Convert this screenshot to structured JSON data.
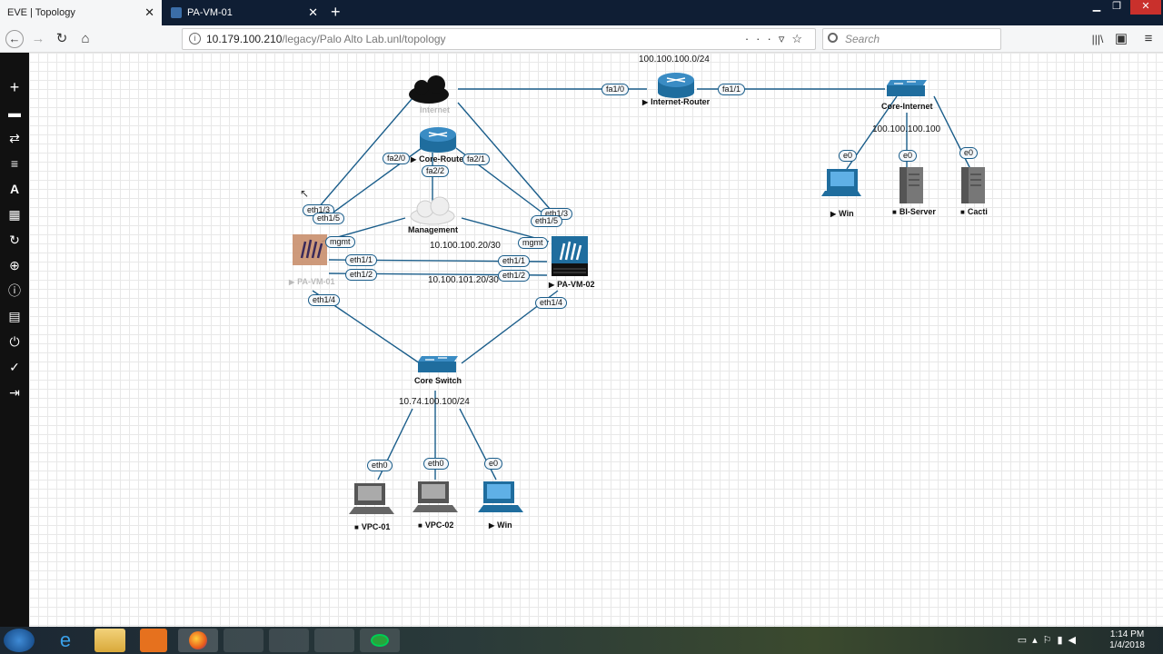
{
  "browser": {
    "tabs": [
      {
        "label": "EVE | Topology",
        "active": true
      },
      {
        "label": "PA-VM-01",
        "active": false
      }
    ],
    "url_host": "10.179.100.210",
    "url_path": "/legacy/Palo Alto Lab.unl/topology",
    "search_placeholder": "Search"
  },
  "sidebar_icons": [
    "add-icon",
    "node-list-icon",
    "network-list-icon",
    "startup-config-icon",
    "text-icon",
    "grid-icon",
    "refresh-icon",
    "zoom-icon",
    "info-icon",
    "lab-details-icon",
    "power-icon",
    "check-icon",
    "logout-icon"
  ],
  "topology": {
    "nodes": {
      "internet": "Internet",
      "internet_router": "Internet-Router",
      "core_internet": "Core-Internet",
      "core_router": "Core-Route",
      "management": "Management",
      "pa_vm_01": "PA-VM-01",
      "pa_vm_02": "PA-VM-02",
      "core_switch": "Core Switch",
      "win_top": "Win",
      "bi_server": "BI-Server",
      "cacti": "Cacti",
      "vpc01": "VPC-01",
      "vpc02": "VPC-02",
      "win_bottom": "Win"
    },
    "networks": {
      "internet_net": "100.100.100.0/24",
      "core_internet_ip": "100.100.100.100",
      "mgmt_net": "10.100.100.20/30",
      "link2_net": "10.100.101.20/30",
      "switch_net": "10.74.100.100/24"
    },
    "interfaces": {
      "fa1_0": "fa1/0",
      "fa1_1": "fa1/1",
      "fa2_0": "fa2/0",
      "fa2_1": "fa2/1",
      "fa2_2": "fa2/2",
      "eth1_3_a": "eth1/3",
      "eth1_5_a": "eth1/5",
      "mgmt_a": "mgmt",
      "eth1_1_a": "eth1/1",
      "eth1_2_a": "eth1/2",
      "eth1_4_a": "eth1/4",
      "eth1_3_b": "eth1/3",
      "eth1_5_b": "eth1/5",
      "mgmt_b": "mgmt",
      "eth1_1_b": "eth1/1",
      "eth1_2_b": "eth1/2",
      "eth1_4_b": "eth1/4",
      "e0_win": "e0",
      "e0_bi": "e0",
      "e0_cacti": "e0",
      "eth0_vpc01": "eth0",
      "eth0_vpc02": "eth0",
      "e0_winb": "e0"
    }
  },
  "taskbar": {
    "time": "1:14 PM",
    "date": "1/4/2018"
  },
  "colors": {
    "link": "#1a5d8a",
    "device_blue": "#1f6d9e",
    "canvas_grid": "#e8e8e8"
  }
}
